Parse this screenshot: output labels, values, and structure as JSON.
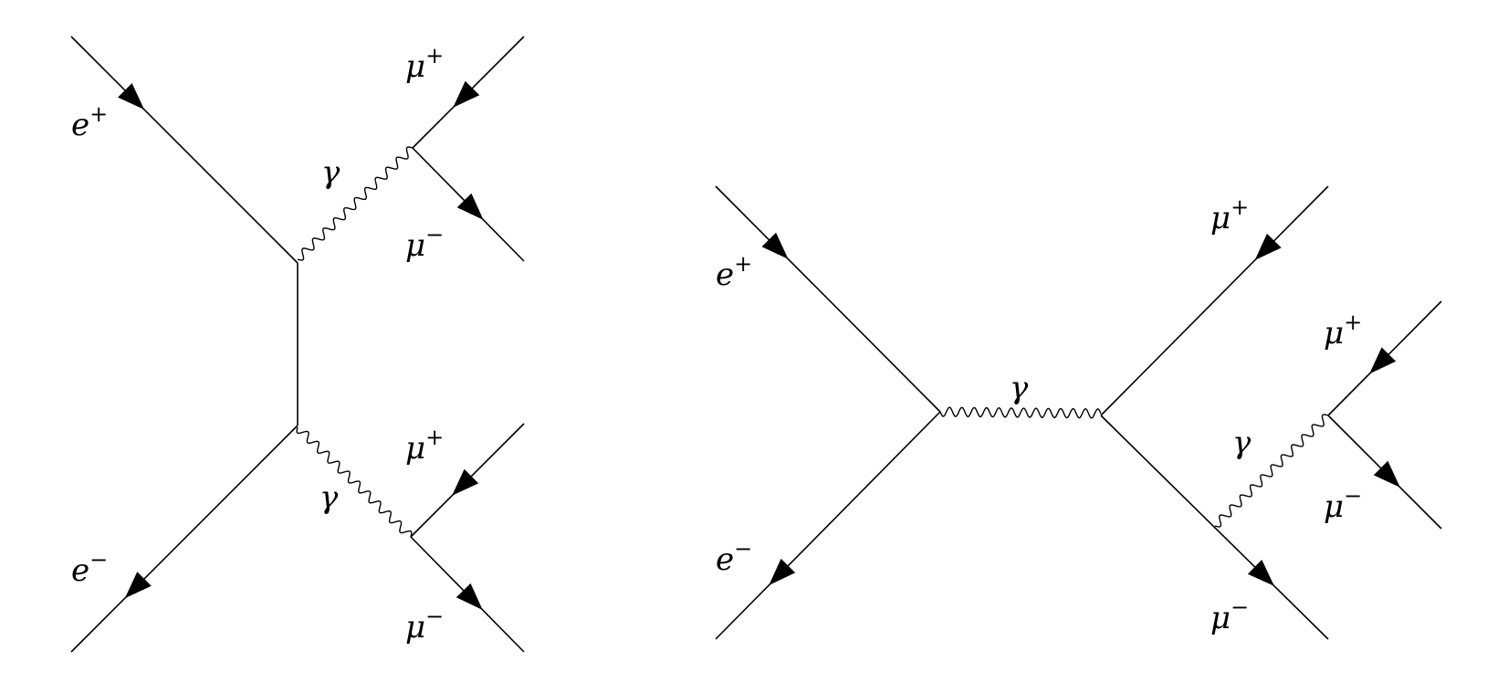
{
  "diagrams": [
    {
      "labels": {
        "e_plus": {
          "base": "e",
          "sup": "+"
        },
        "e_minus": {
          "base": "e",
          "sup": "−"
        },
        "gamma_top": {
          "base": "γ"
        },
        "gamma_bottom": {
          "base": "γ"
        },
        "mu_plus_top": {
          "base": "μ",
          "sup": "+"
        },
        "mu_minus_top": {
          "base": "μ",
          "sup": "−"
        },
        "mu_plus_bottom": {
          "base": "μ",
          "sup": "+"
        },
        "mu_minus_bottom": {
          "base": "μ",
          "sup": "−"
        }
      }
    },
    {
      "labels": {
        "e_plus": {
          "base": "e",
          "sup": "+"
        },
        "e_minus": {
          "base": "e",
          "sup": "−"
        },
        "gamma_center": {
          "base": "γ"
        },
        "gamma_emitted": {
          "base": "γ"
        },
        "mu_plus_outer": {
          "base": "μ",
          "sup": "+"
        },
        "mu_minus_outer": {
          "base": "μ",
          "sup": "−"
        },
        "mu_plus_inner": {
          "base": "μ",
          "sup": "+"
        },
        "mu_minus_inner": {
          "base": "μ",
          "sup": "−"
        }
      }
    }
  ]
}
